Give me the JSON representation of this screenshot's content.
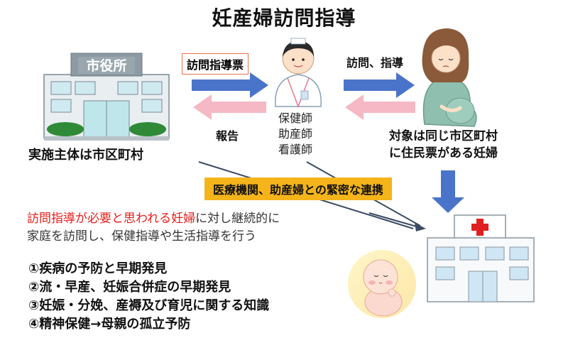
{
  "title": "妊産婦訪問指導",
  "cityhall": {
    "sign": "市役所",
    "caption": "実施主体は市区町村"
  },
  "flow": {
    "ticket_label": "訪問指導票",
    "visit_label": "訪問、指導",
    "report_label": "報告"
  },
  "roles": [
    "保健師",
    "助産師",
    "看護師"
  ],
  "target": {
    "line1": "対象は同じ市区町村",
    "line2": "に住民票がある妊婦"
  },
  "collaboration": "医療機関、助産婦との緊密な連携",
  "description": {
    "highlight": "訪問指導が必要と思われる妊婦",
    "line1_rest": "に対し継続的に",
    "line2": "家庭を訪問し、保健指導や生活指導を行う"
  },
  "goals": [
    "①疾病の予防と早期発見",
    "②流・早産、妊娠合併症の早期発見",
    "③妊娠・分娩、産褥及び育児に関する知識",
    "④精神保健→母親の孤立予防"
  ],
  "colors": {
    "blue_arrow": "#4a74c9",
    "pink_arrow": "#f5b8c4",
    "collab_bg": "#f4b41a",
    "highlight_red": "#e4201e",
    "building": "#bfe6ea",
    "hospital_cross": "#e02020"
  }
}
